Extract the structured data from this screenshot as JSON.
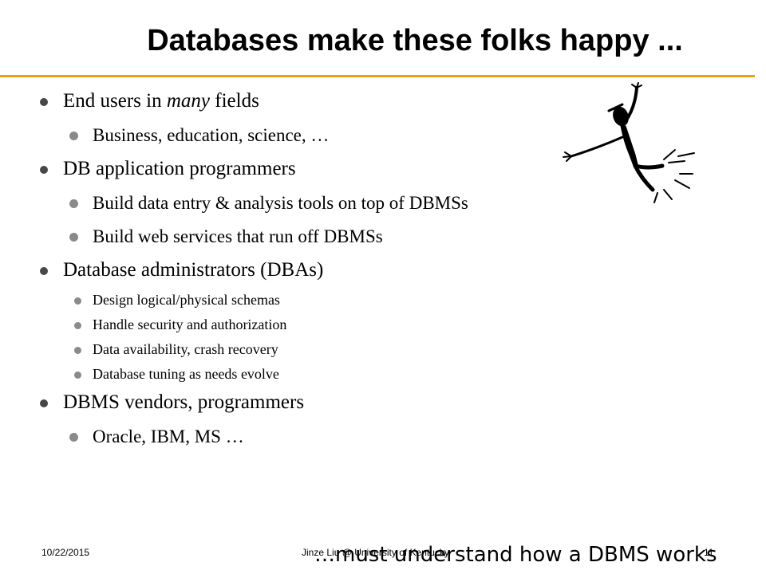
{
  "slide": {
    "title": "Databases make these folks happy ...",
    "items": [
      {
        "level": 1,
        "pre": "End users in ",
        "em": "many",
        "post": " fields"
      },
      {
        "level": 2,
        "text": "Business,  education,  science,  …"
      },
      {
        "level": 1,
        "text": "DB application programmers"
      },
      {
        "level": 2,
        "text": "Build data entry & analysis tools on top of DBMSs"
      },
      {
        "level": 2,
        "text": "Build web services that run off DBMSs"
      },
      {
        "level": 1,
        "text": "Database administrators (DBAs)"
      },
      {
        "level": 3,
        "text": "Design logical/physical schemas"
      },
      {
        "level": 3,
        "text": "Handle security and authorization"
      },
      {
        "level": 3,
        "text": "Data availability, crash recovery"
      },
      {
        "level": 3,
        "text": "Database tuning as needs evolve"
      },
      {
        "level": 1,
        "text": "DBMS vendors, programmers"
      },
      {
        "level": 2,
        "text": "Oracle, IBM, MS …"
      }
    ]
  },
  "figure": {
    "icon": "happy-stick-figure-icon"
  },
  "footer": {
    "date": "10/22/2015",
    "author": "Jinze Liu @ University of Kentucky",
    "page": "11",
    "caption": "…must understand how a DBMS works"
  },
  "colors": {
    "rule": "#e6a118",
    "bullet_l1": "#474747",
    "bullet_l2": "#8a8a8a"
  }
}
